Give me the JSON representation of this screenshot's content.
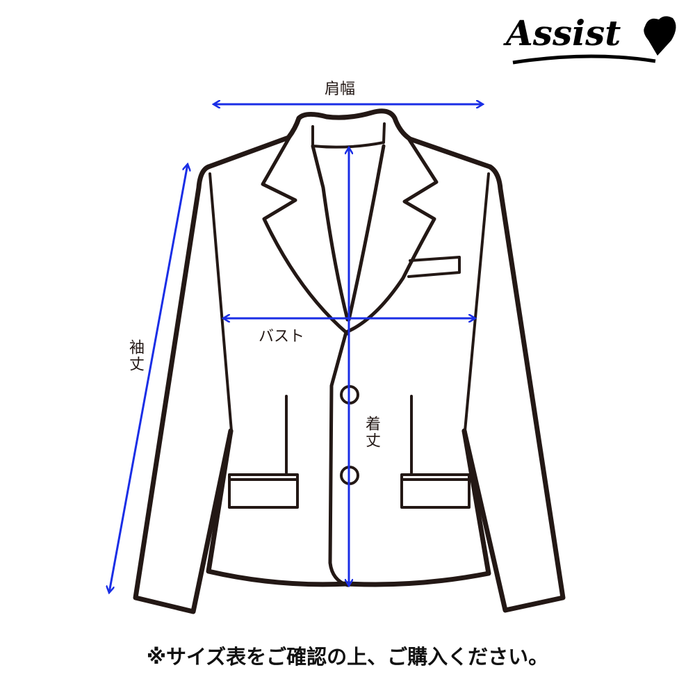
{
  "logo": {
    "text": "Assist"
  },
  "labels": {
    "shoulder_width": "肩幅",
    "bust": "バスト",
    "sleeve_length": "袖丈",
    "total_length": "着丈"
  },
  "notice": "※サイズ表をご確認の上、ご購入ください。",
  "colors": {
    "outline": "#231815",
    "arrow": "#1a2ee6"
  }
}
